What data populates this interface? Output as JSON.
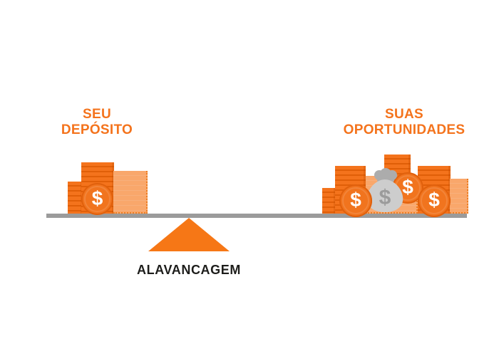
{
  "background": "#FFFFFF",
  "colors": {
    "orange_primary": "#F4731C",
    "orange_stripe_dark": "#E05F08",
    "orange_light_stack": "#F9A76B",
    "dotted_border": "#ED7D21",
    "triangle_orange": "#F67716",
    "coin_fill": "#F1741E",
    "coin_edge": "#E0600C",
    "beam_gray": "#9B9B9B",
    "bag_body_gray": "#CDCDCD",
    "bag_knot_gray": "#ACACAC",
    "bag_symbol_gray": "#9B9B9B",
    "label_black": "#1D1D1B"
  },
  "left_group": {
    "title_line1": "SEU",
    "title_line2": "DEPÓSITO"
  },
  "right_group": {
    "title_line1": "SUAS",
    "title_line2": "OPORTUNIDADES"
  },
  "fulcrum": {
    "label": "ALAVANCAGEM"
  },
  "symbols": {
    "dollar": "$"
  }
}
